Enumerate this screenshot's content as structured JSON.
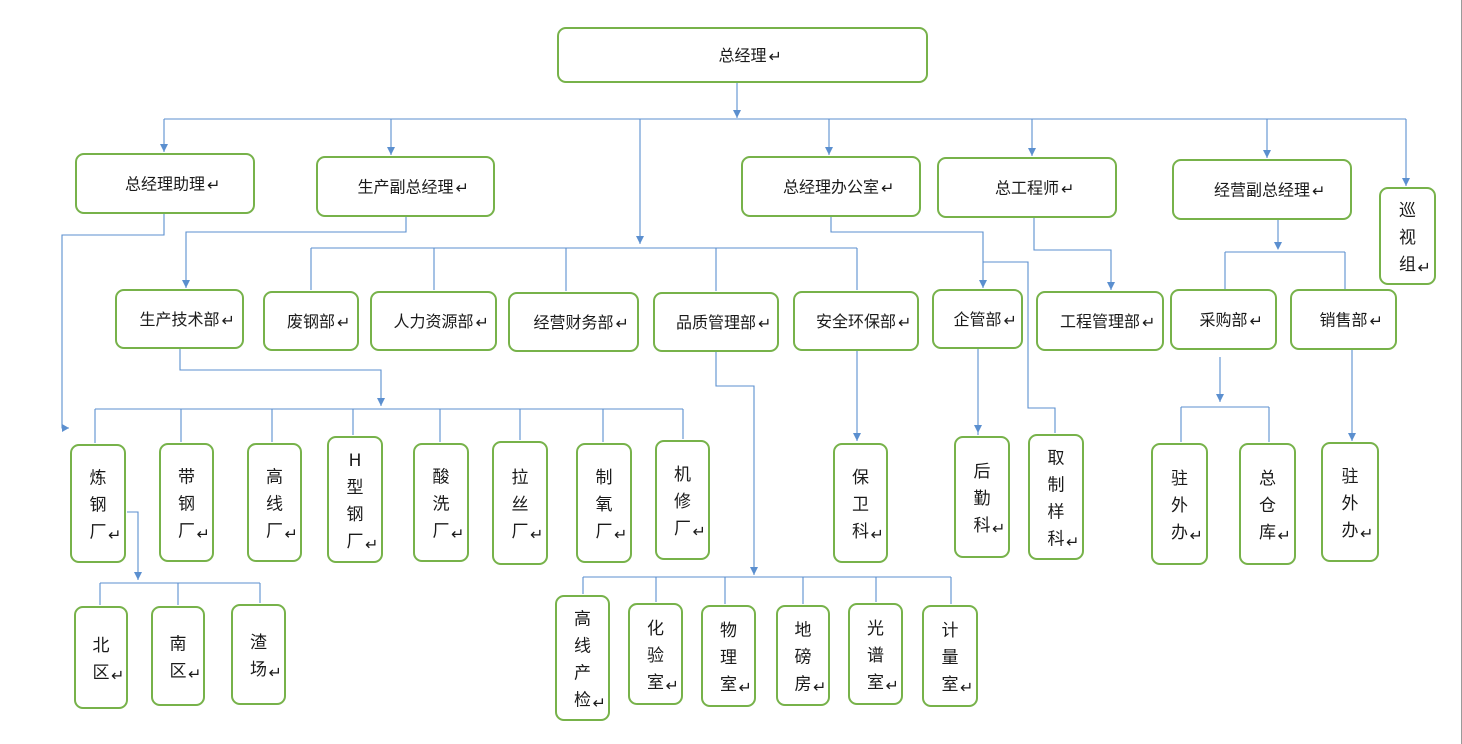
{
  "org": {
    "ceo": "总经理",
    "assistant": "总经理助理",
    "vp_production": "生产副总经理",
    "office": "总经理办公室",
    "chief_engineer": "总工程师",
    "vp_business": "经营副总经理",
    "inspection": "巡视组",
    "tech": "生产技术部",
    "scrap": "废钢部",
    "hr": "人力资源部",
    "finance": "经营财务部",
    "quality": "品质管理部",
    "safety": "安全环保部",
    "enterprise": "企管部",
    "engineering": "工程管理部",
    "purchasing": "采购部",
    "sales": "销售部",
    "smelting": "炼钢厂",
    "strip": "带钢厂",
    "wire": "高线厂",
    "hbeam": "H型钢厂",
    "pickling": "酸洗厂",
    "drawing": "拉丝厂",
    "oxygen": "制氧厂",
    "repair": "机修厂",
    "security": "保卫科",
    "logistics": "后勤科",
    "sampling": "取制样科",
    "office_out_1": "驻外办",
    "warehouse": "总仓库",
    "office_out_2": "驻外办",
    "north": "北区",
    "south": "南区",
    "slag": "渣场",
    "wire_qc": "高线产检",
    "lab": "化验室",
    "physics": "物理室",
    "weighing": "地磅房",
    "spectrum": "光谱室",
    "metering": "计量室"
  },
  "style": {
    "node_border": "#77b24a",
    "connector": "#5b8fcf"
  }
}
